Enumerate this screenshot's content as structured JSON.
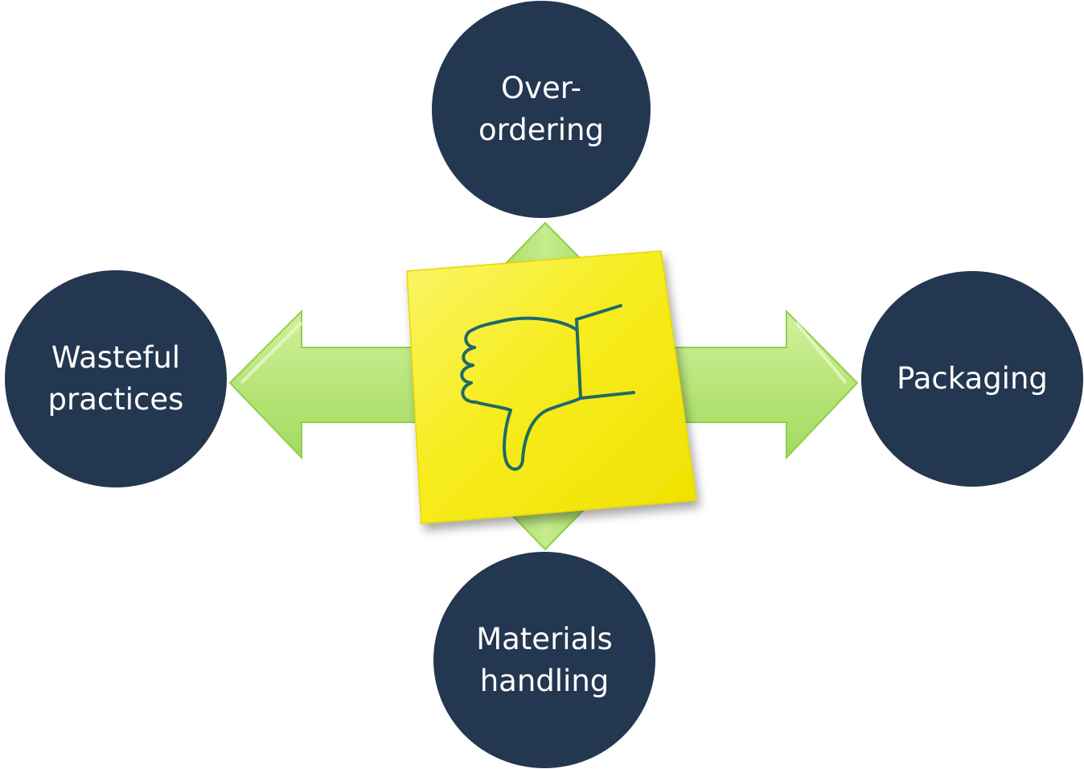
{
  "colors": {
    "node_fill": "#243750",
    "node_text": "#ffffff",
    "arrow_fill": "#b8e57a",
    "arrow_edge": "#8fcf4a",
    "note_fill": "#f7ec1e",
    "note_edge": "#e5d800",
    "thumb_stroke": "#1f6b66"
  },
  "center": {
    "icon": "thumbs-down-icon",
    "object": "sticky-note"
  },
  "nodes": {
    "top": {
      "label": "Over-\nordering"
    },
    "left": {
      "label": "Wasteful\npractices"
    },
    "right": {
      "label": "Packaging"
    },
    "bottom": {
      "label": "Materials\nhandling"
    }
  }
}
